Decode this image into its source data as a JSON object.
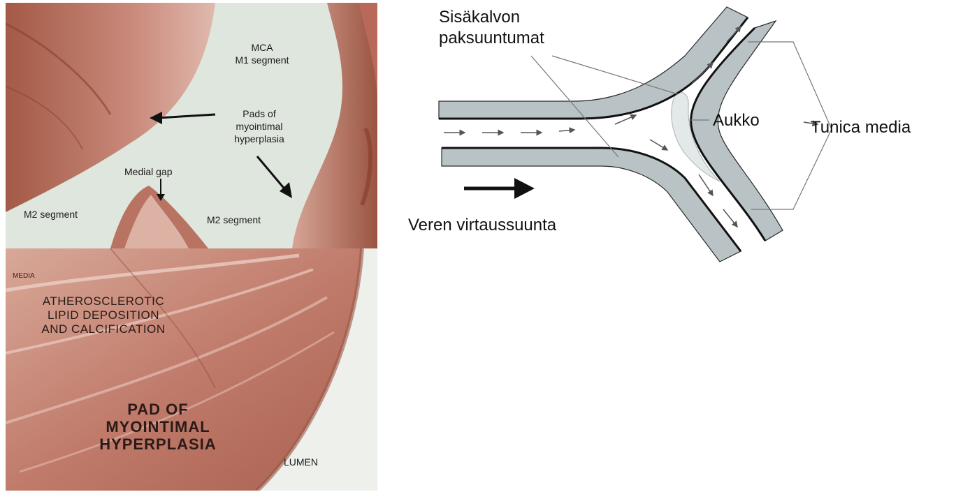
{
  "histology_top": {
    "mca": "MCA",
    "m1": "M1 segment",
    "pads_line1": "Pads of",
    "pads_line2": "myointimal",
    "pads_line3": "hyperplasia",
    "medial_gap": "Medial gap",
    "m2_left": "M2 segment",
    "m2_right": "M2 segment"
  },
  "histology_bottom": {
    "media": "MEDIA",
    "athero_line1": "ATHEROSCLEROTIC",
    "athero_line2": "LIPID DEPOSITION",
    "athero_line3": "AND CALCIFICATION",
    "pad_line1": "PAD OF",
    "pad_line2": "MYOINTIMAL",
    "pad_line3": "HYPERPLASIA",
    "lumen": "LUMEN"
  },
  "diagram": {
    "intima_line1": "Sisäkalvon",
    "intima_line2": "paksuuntumat",
    "aukko": "Aukko",
    "tunica": "Tunica media",
    "flow": "Veren virtaussuunta"
  }
}
